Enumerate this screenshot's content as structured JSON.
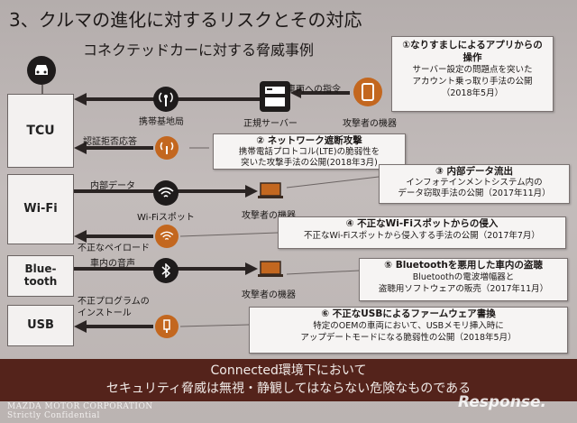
{
  "title": "3、クルマの進化に対するリスクとその対応",
  "subtitle": "コネクテッドカーに対する脅威事例",
  "devices": {
    "tcu": "TCU",
    "wifi": "Wi-Fi",
    "bluetooth": "Blue-\ntooth",
    "usb": "USB"
  },
  "labels": {
    "base_station": "携帯基地局",
    "command": "車両への指令",
    "server": "正規サーバー",
    "attacker_1": "攻撃者の機器",
    "auth_response": "認証拒否応答",
    "internal_data": "内部データ",
    "wifi_spot": "Wi-Fiスポット",
    "attacker_2": "攻撃者の機器",
    "bad_payload": "不正なペイロード",
    "car_audio": "車内の音声",
    "attacker_3": "攻撃者の機器",
    "bad_program": "不正プログラムの\nインストール"
  },
  "threats": [
    {
      "title": "①なりすましによるアプリからの\n操作",
      "body": "サーバー設定の問題点を突いた\nアカウント乗っ取り手法の公開\n（2018年5月）"
    },
    {
      "title": "② ネットワーク遮断攻撃",
      "body": "携帯電話プロトコル(LTE)の脆弱性を\n突いた攻撃手法の公開(2018年3月)"
    },
    {
      "title": "③ 内部データ流出",
      "body": "インフォテインメントシステム内の\nデータ窃取手法の公開（2017年11月）"
    },
    {
      "title": "④ 不正なWi-Fiスポットからの侵入",
      "body": "不正なWi-Fiスポットから侵入する手法の公開（2017年7月）"
    },
    {
      "title": "⑤ Bluetoothを悪用した車内の盗聴",
      "body": "Bluetoothの電波増幅器と\n盗聴用ソフトウェアの販売（2017年11月）"
    },
    {
      "title": "⑥ 不正なUSBによるファームウェア書換",
      "body": "特定のOEMの車両において、USBメモリ挿入時に\nアップデートモードになる脆弱性の公開（2018年5月）"
    }
  ],
  "banner": {
    "line1": "Connected環境下において",
    "line2": "セキュリティ脅威は無視・静観してはならない危険なものである"
  },
  "footer": {
    "company": "MAZDA MOTOR CORPORATION",
    "conf": "Strictly Confidential"
  },
  "watermark": "Response."
}
